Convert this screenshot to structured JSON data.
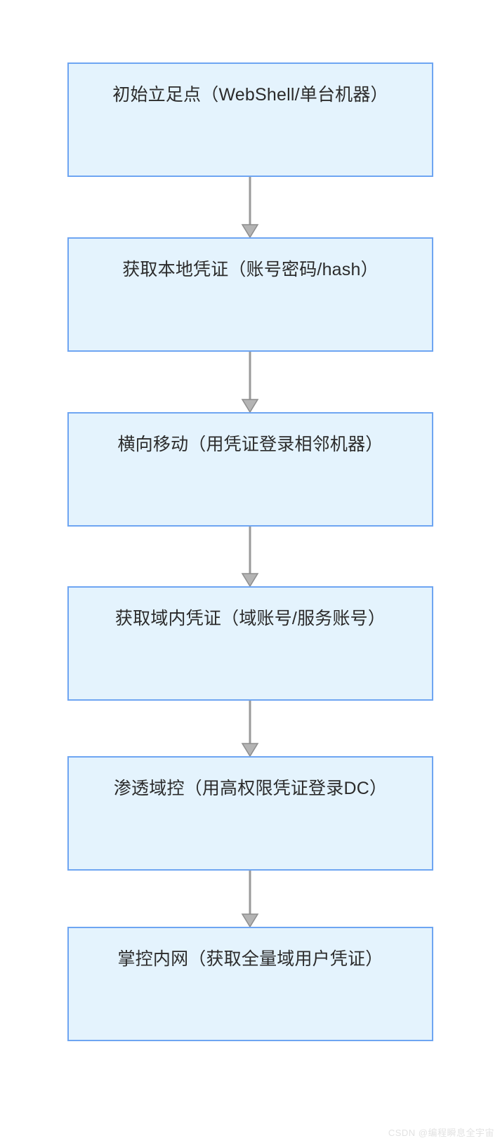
{
  "diagram": {
    "type": "vertical-flowchart",
    "orientation": "top-to-bottom",
    "background_color": "#ffffff",
    "node_fill_color": "#e4f3fd",
    "node_border_color": "#6ea5f2",
    "connector_color": "#9a9a9a",
    "text_color": "#2b2b2b",
    "nodes": [
      {
        "id": "node-1",
        "label": "初始立足点（WebShell/单台机器）"
      },
      {
        "id": "node-2",
        "label": "获取本地凭证（账号密码/hash）"
      },
      {
        "id": "node-3",
        "label": "横向移动（用凭证登录相邻机器）"
      },
      {
        "id": "node-4",
        "label": "获取域内凭证（域账号/服务账号）"
      },
      {
        "id": "node-5",
        "label": "渗透域控（用高权限凭证登录DC）"
      },
      {
        "id": "node-6",
        "label": "掌控内网（获取全量域用户凭证）"
      }
    ],
    "connectors": [
      {
        "id": "arrow-1",
        "from": "node-1",
        "to": "node-2",
        "style": "solid-arrow-down"
      },
      {
        "id": "arrow-2",
        "from": "node-2",
        "to": "node-3",
        "style": "solid-arrow-down"
      },
      {
        "id": "arrow-3",
        "from": "node-3",
        "to": "node-4",
        "style": "solid-arrow-down"
      },
      {
        "id": "arrow-4",
        "from": "node-4",
        "to": "node-5",
        "style": "solid-arrow-down"
      },
      {
        "id": "arrow-5",
        "from": "node-5",
        "to": "node-6",
        "style": "solid-arrow-down"
      }
    ]
  },
  "watermark": {
    "text": "CSDN @编程瞬息全宇宙",
    "color": "#e2e2e2"
  }
}
